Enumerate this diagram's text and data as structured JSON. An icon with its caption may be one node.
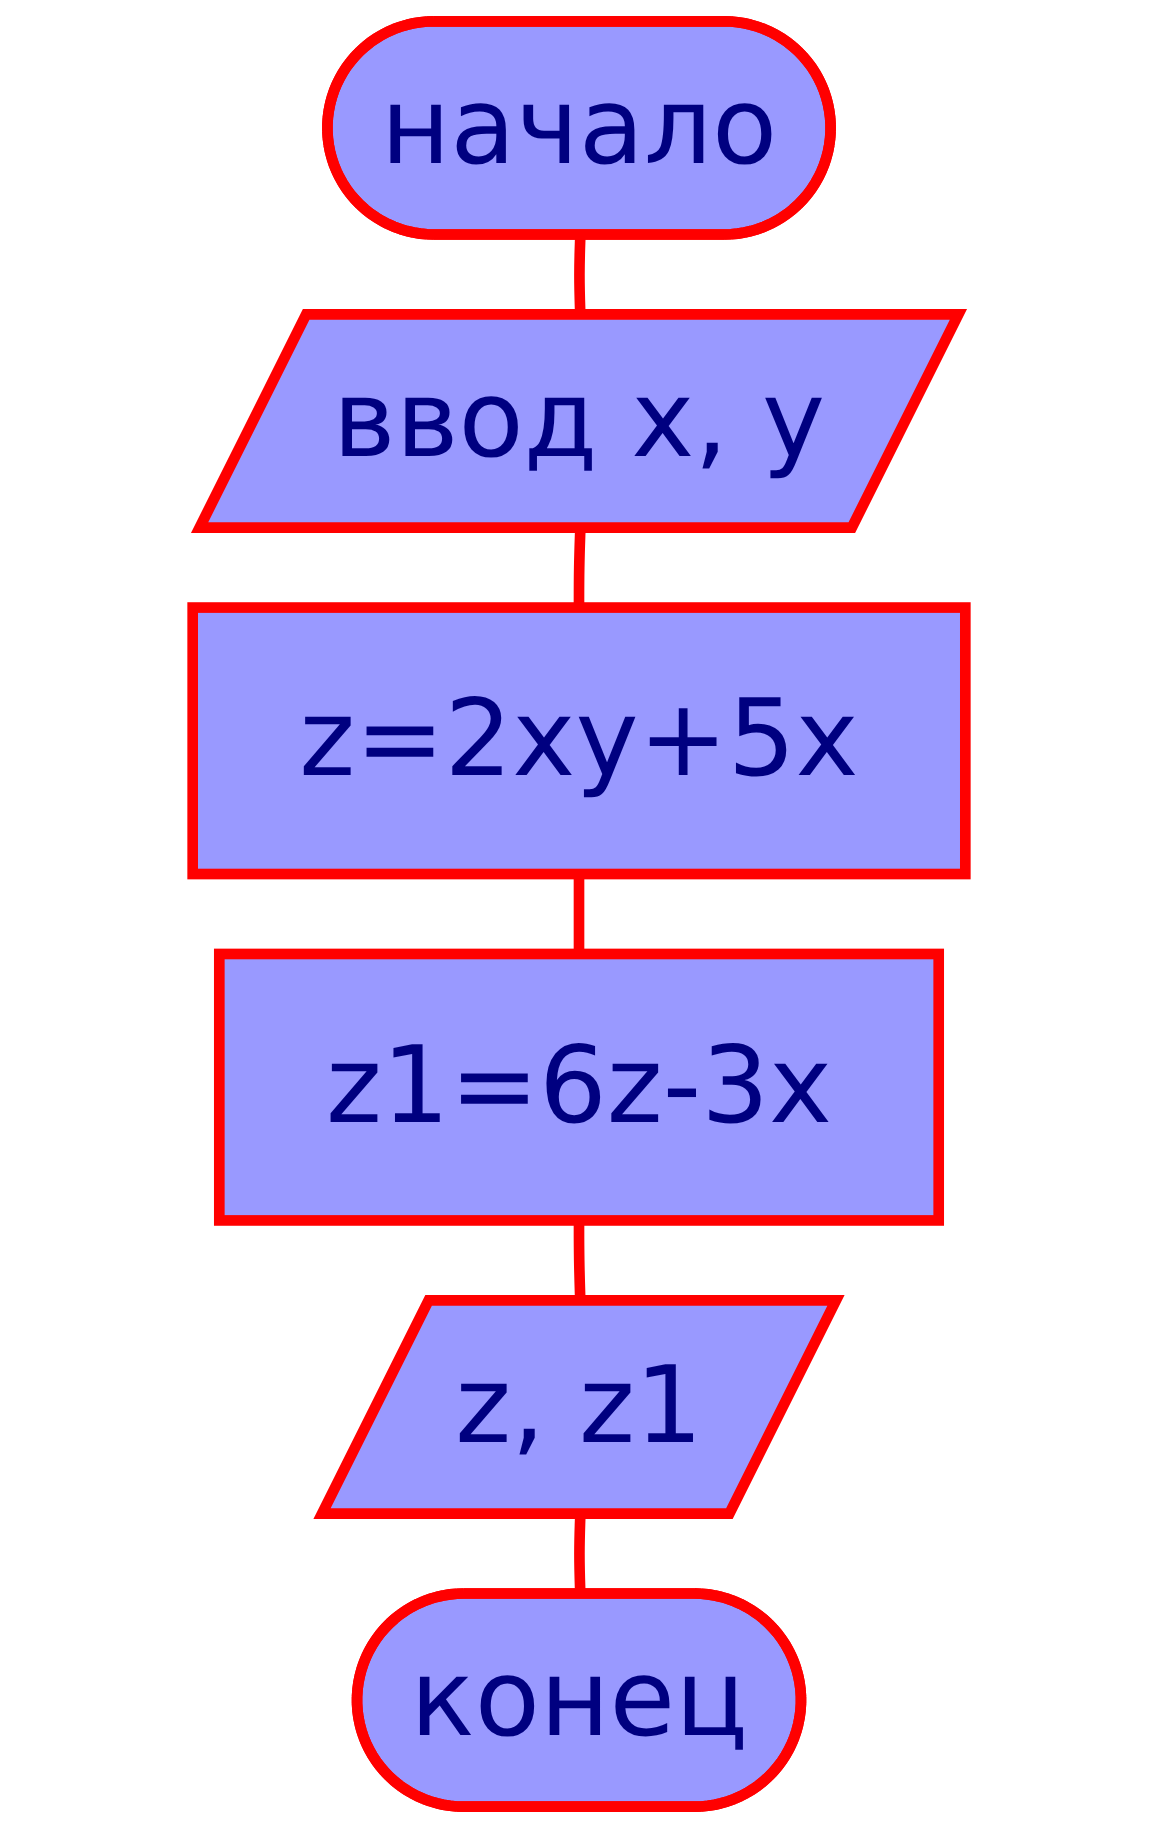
{
  "diagram": {
    "nodes": [
      {
        "text": [
          "начало"
        ]
      },
      {
        "text": [
          "ввод x, y"
        ]
      },
      {
        "text": [
          "z=2xy+5x"
        ]
      },
      {
        "text": [
          "z1=6z-3x"
        ]
      },
      {
        "text": [
          "z, z1"
        ]
      },
      {
        "text": [
          "конец"
        ]
      }
    ],
    "edges": [
      {
        "from": 0,
        "to": 1,
        "arrow": "none"
      },
      {
        "from": 1,
        "to": 2,
        "arrow": "none"
      },
      {
        "from": 2,
        "to": 3,
        "arrow": "none"
      },
      {
        "from": 3,
        "to": 4,
        "arrow": "none"
      },
      {
        "from": 4,
        "to": 5,
        "arrow": "none"
      }
    ]
  }
}
